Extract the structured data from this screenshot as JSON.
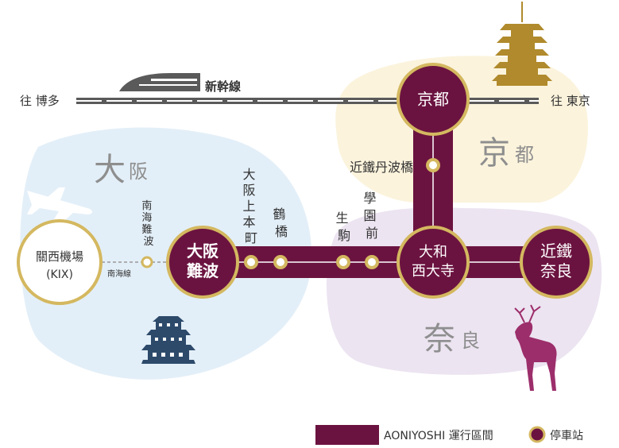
{
  "regions": {
    "osaka": {
      "big": "大",
      "small": "阪"
    },
    "kyoto": {
      "big": "京",
      "small": "都"
    },
    "nara": {
      "big": "奈",
      "small": "良"
    }
  },
  "shinkansen": {
    "label": "新幹線",
    "to_west": "往 博多",
    "to_east": "往 東京"
  },
  "stations": {
    "kix": {
      "line1": "關西機場",
      "line2": "(KIX)"
    },
    "nankai_namba": "南海難波",
    "osaka_namba": {
      "line1": "大阪",
      "line2": "難波"
    },
    "uehommachi": "大阪上本町",
    "tsuruhashi": "鶴橋",
    "ikoma": "生駒",
    "gakuenmae": "學園前",
    "yamato_saidaiji": {
      "line1": "大和",
      "line2": "西大寺"
    },
    "kyoto": "京都",
    "kintetsu_tambabashi": "近鐵丹波橋",
    "kintetsu_nara": {
      "line1": "近鐵",
      "line2": "奈良"
    }
  },
  "nankai_line_label": "南海線",
  "legend": {
    "route_label": "AONIYOSHI 運行區間",
    "stop_label": "停車站"
  },
  "colors": {
    "route": "#6b1340",
    "stop_ring": "#d4b860",
    "osaka_bg": "#e3eff8",
    "kyoto_bg": "#fbf3dc",
    "nara_bg": "#ece4f1",
    "castle": "#2d4a6b",
    "pagoda": "#b08a2c",
    "deer": "#9c2e6b",
    "region_text": "#8e8e8e"
  }
}
